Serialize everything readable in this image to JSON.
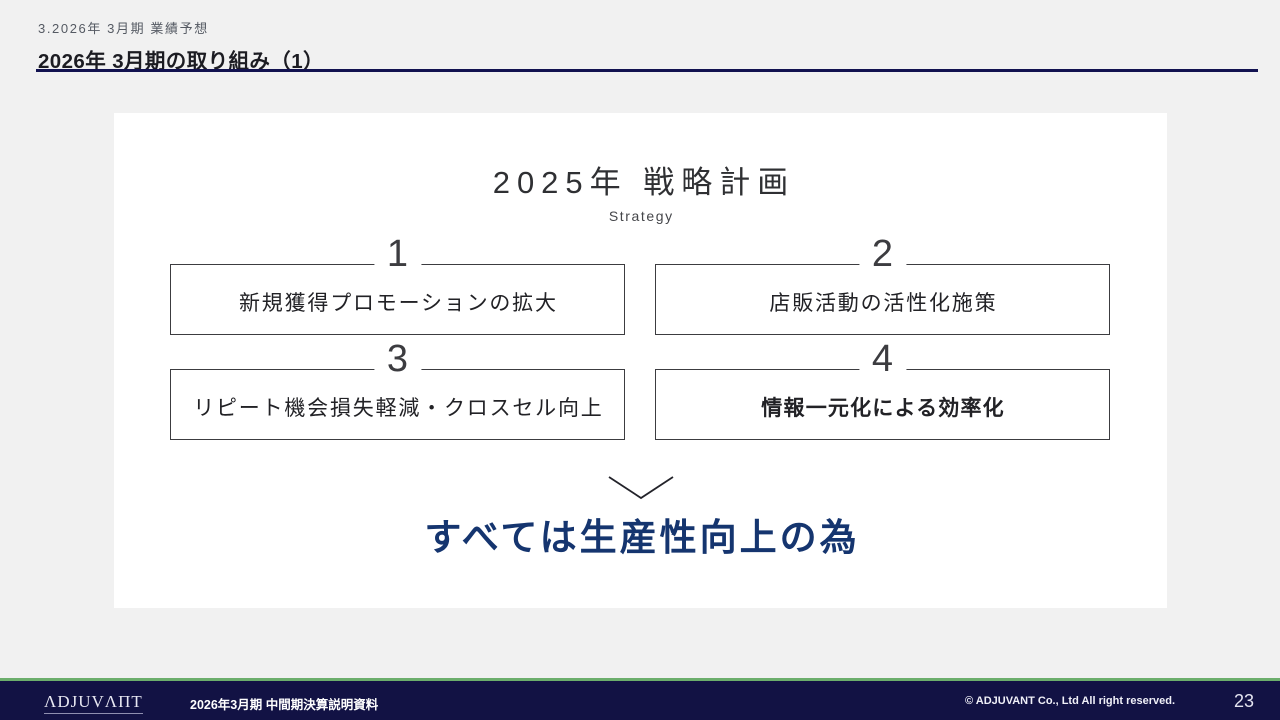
{
  "header": {
    "eyebrow": "3.2026年 3月期 業績予想",
    "title": "2026年 3月期の取り組み（1）",
    "rule_color": "#121250"
  },
  "card": {
    "title": "2025年 戦略計画",
    "subtitle": "Strategy",
    "boxes": [
      {
        "number": "1",
        "label": "新規獲得プロモーションの拡大",
        "emphasis": false
      },
      {
        "number": "2",
        "label": "店販活動の活性化施策",
        "emphasis": false
      },
      {
        "number": "3",
        "label": "リピート機会損失軽減・クロスセル向上",
        "emphasis": false
      },
      {
        "number": "4",
        "label": "情報一元化による効率化",
        "emphasis": true
      }
    ],
    "conclusion": "すべては生産性向上の為",
    "conclusion_color": "#15356f",
    "arrow_icon": "chevron-down-icon"
  },
  "footer": {
    "logo": "ΛDJUVΛΠT",
    "document_title": "2026年3月期 中間期決算説明資料",
    "copyright": "© ADJUVANT Co., Ltd All right reserved.",
    "page_number": "23",
    "background_color": "#121244",
    "accent_color": "#6cae6c"
  }
}
